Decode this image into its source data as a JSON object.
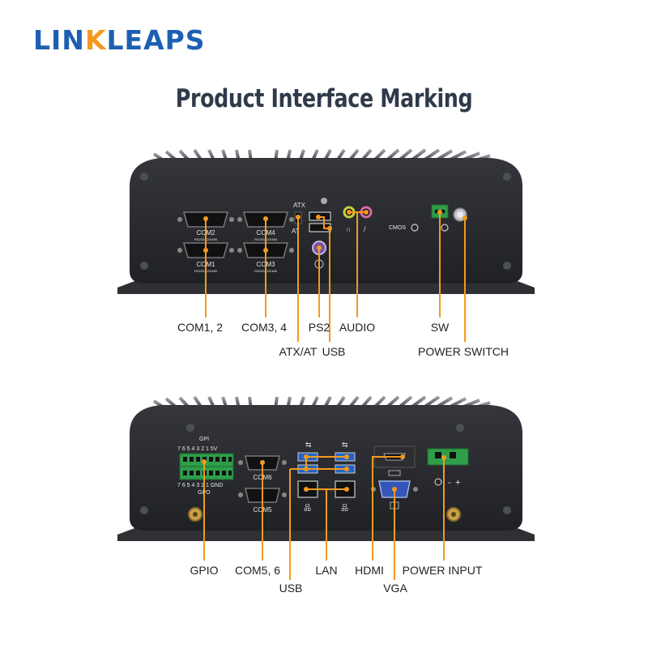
{
  "brand": {
    "prefix": "LIN",
    "highlight": "K",
    "suffix": "LEAPS"
  },
  "title": "Product Interface Marking",
  "colors": {
    "accent": "#f39a1e",
    "brand": "#1d60b3",
    "chassis": "#2a2c30",
    "title": "#2f3a4a"
  },
  "top_panel": {
    "silkscreen": {
      "com2": "COM2",
      "com4": "COM4",
      "com1": "COM1",
      "com3": "COM3",
      "rs": "RS232/422/485",
      "atx": "ATX",
      "at": "AT",
      "cmos": "CMOS"
    },
    "labels": {
      "com12": "COM1, 2",
      "com34": "COM3, 4",
      "ps2": "PS2",
      "audio": "AUDIO",
      "sw": "SW",
      "atx_at": "ATX/AT",
      "usb": "USB",
      "power_switch": "POWER SWITCH"
    }
  },
  "bottom_panel": {
    "silkscreen": {
      "gpi": "GPI",
      "gpo": "GPO",
      "gpi_pins": "7 6 5 4 3 2 1 5V",
      "gpo_pins": "7 6 5 4 3 2 1 GND",
      "com6": "COM6",
      "com5": "COM5",
      "minus": "-",
      "plus": "+"
    },
    "labels": {
      "gpio": "GPIO",
      "com56": "COM5, 6",
      "usb": "USB",
      "lan": "LAN",
      "hdmi": "HDMI",
      "vga": "VGA",
      "power_input": "POWER INPUT"
    }
  }
}
